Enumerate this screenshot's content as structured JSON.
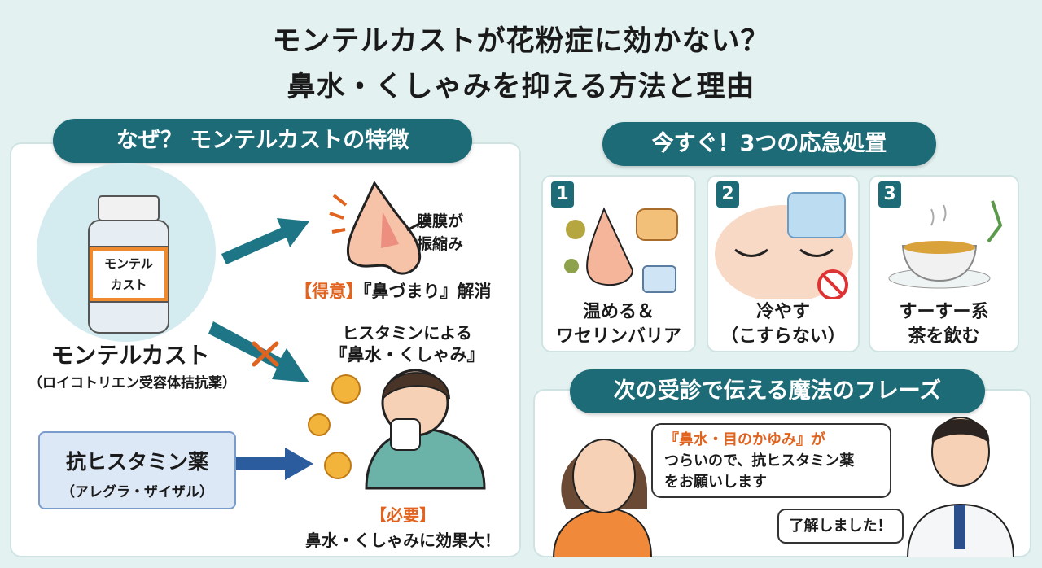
{
  "title": {
    "line1": "モンテルカストが花粉症に効かない？",
    "line2": "鼻水・くしゃみを抑える方法と理由"
  },
  "left": {
    "heading": "なぜ？ モンテルカストの特徴",
    "bottle_label": [
      "モンテル",
      "カスト"
    ],
    "drug_name": "モンテルカスト",
    "drug_class": "（ロイコトリエン受容体拮抗薬）",
    "nose_note": [
      "膜膜が",
      "振縮み"
    ],
    "strength_tag": "【得意】",
    "strength_text": "『鼻づまり』解消",
    "histamine_line1": "ヒスタミンによる",
    "histamine_line2": "『鼻水・くしゃみ』",
    "antihistamine_name": "抗ヒスタミン薬",
    "antihistamine_examples": "（アレグラ・ザイザル）",
    "need_tag": "【必要】",
    "need_text": "鼻水・くしゃみに効果大！"
  },
  "right": {
    "heading": "今すぐ！3つの応急処置",
    "steps": [
      {
        "num": "1",
        "line1": "温める＆",
        "line2": "ワセリンバリア"
      },
      {
        "num": "2",
        "line1": "冷やす",
        "line2": "（こすらない）"
      },
      {
        "num": "3",
        "line1": "すーすー系",
        "line2": "茶を飲む"
      }
    ],
    "phrase_heading": "次の受診で伝える魔法のフレーズ",
    "patient_speech": [
      "『鼻水・目のかゆみ』が",
      "つらいので、抗ヒスタミン薬",
      "をお願いします"
    ],
    "doctor_reply": "了解しました！"
  },
  "colors": {
    "teal": "#1d6b77",
    "orange": "#e0631f",
    "background": "#e4f1f1"
  }
}
